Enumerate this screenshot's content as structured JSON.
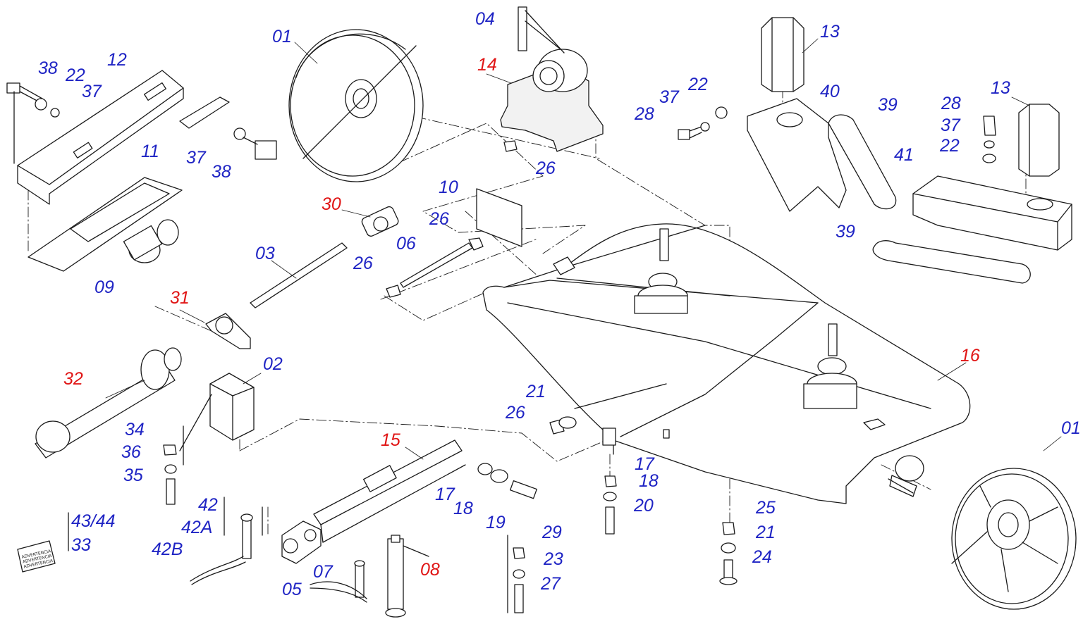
{
  "colors": {
    "standard_label": "#1f24c4",
    "highlight_label": "#e01515",
    "line_art": "#1a1a1a",
    "background": "#ffffff"
  },
  "labels": {
    "wheel_rear": "01",
    "wheel_front": "01",
    "support_02": "02",
    "shaft_03": "03",
    "pin_04": "04",
    "pin_05": "05",
    "shaft_06": "06",
    "pin_07": "07",
    "jack_08": "08",
    "guard_09": "09",
    "plate_10": "10",
    "bracket_11": "11",
    "guard_12": "12",
    "motor_13_left": "13",
    "motor_13_right": "13",
    "gearbox_14": "14",
    "drawbar_15": "15",
    "deck_16": "16",
    "nut_17_a": "17",
    "nut_17_b": "17",
    "washer_18_a": "18",
    "washer_18_b": "18",
    "bolt_19": "19",
    "bolt_20": "20",
    "washer_21_a": "21",
    "washer_21_b": "21",
    "washer_22_a": "22",
    "washer_22_b": "22",
    "washer_22_c": "22",
    "washer_23": "23",
    "bolt_24": "24",
    "nut_25": "25",
    "nut_26_a": "26",
    "nut_26_b": "26",
    "nut_26_c": "26",
    "nut_26_d": "26",
    "bolt_27": "27",
    "bolt_28_a": "28",
    "bolt_28_b": "28",
    "nut_29": "29",
    "ujoint_30": "30",
    "bearing_31": "31",
    "pto_32": "32",
    "nut_34": "34",
    "bolt_35": "35",
    "washer_36": "36",
    "washer_37_a": "37",
    "washer_37_b": "37",
    "washer_37_c": "37",
    "washer_37_d": "37",
    "bolt_38_a": "38",
    "bolt_38_b": "38",
    "belt_39_a": "39",
    "belt_39_b": "39",
    "guard_40": "40",
    "guard_41": "41",
    "pin_42": "42",
    "pin_42a": "42A",
    "clip_42b": "42B",
    "decal_43_44": "43/44",
    "decal_33": "33"
  },
  "decal_text": [
    "ADVERTENCIA",
    "ADVERTENCIA",
    "ADVERTENCIA"
  ]
}
